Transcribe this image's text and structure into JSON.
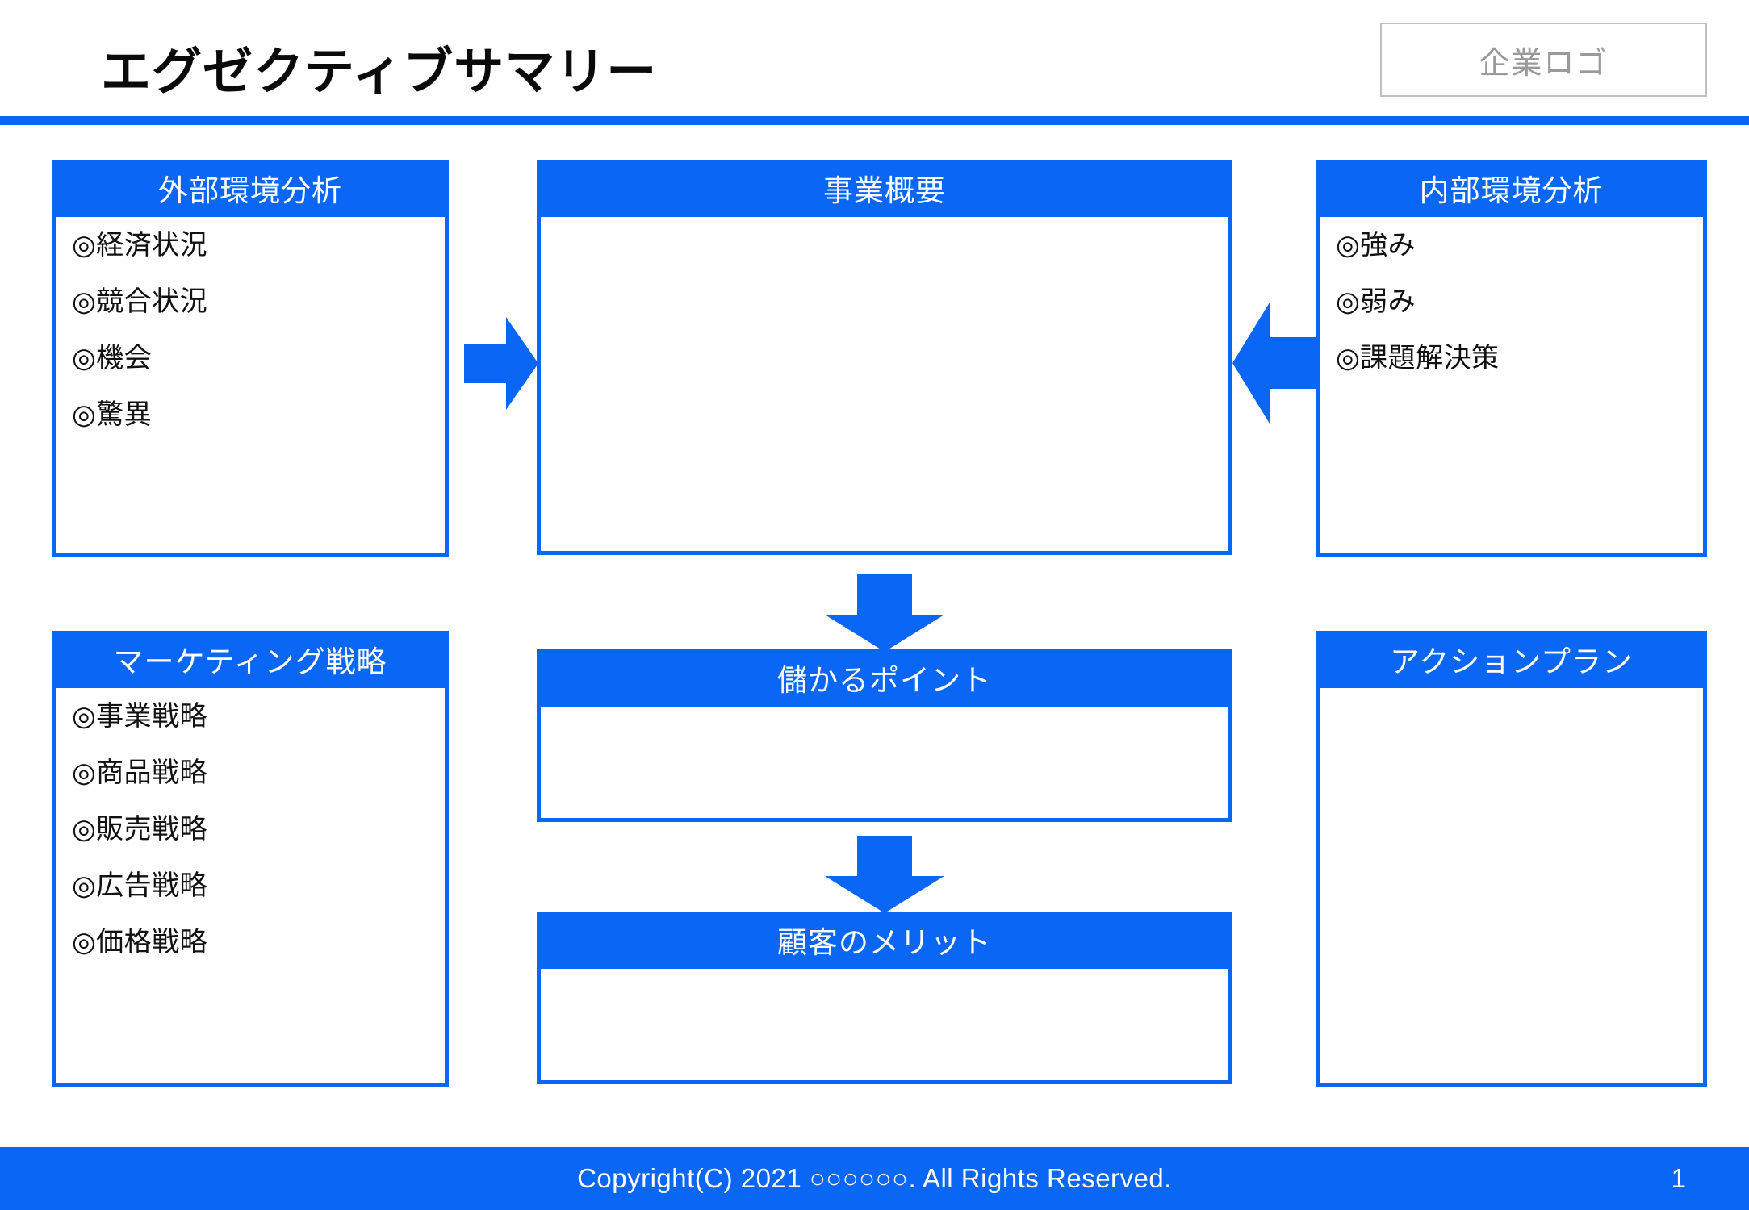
{
  "header": {
    "title": "エグゼクティブサマリー",
    "logo_placeholder": "企業ロゴ"
  },
  "colors": {
    "accent_blue": "#0a66f5",
    "logo_border": "#bfbfbf",
    "logo_text": "#9a9a9a",
    "title_text": "#0a0a0a",
    "panel_body_bg": "#ffffff"
  },
  "panels": {
    "external": {
      "title": "外部環境分析",
      "items": [
        {
          "mark": "◎",
          "label": "経済状況"
        },
        {
          "mark": "◎",
          "label": "競合状況"
        },
        {
          "mark": "◎",
          "label": "機会"
        },
        {
          "mark": "◎",
          "label": "驚異"
        }
      ]
    },
    "internal": {
      "title": "内部環境分析",
      "items": [
        {
          "mark": "◎",
          "label": "強み"
        },
        {
          "mark": "◎",
          "label": "弱み"
        },
        {
          "mark": "◎",
          "label": "課題解決策"
        }
      ]
    },
    "marketing": {
      "title": "マーケティング戦略",
      "items": [
        {
          "mark": "◎",
          "label": "事業戦略"
        },
        {
          "mark": "◎",
          "label": "商品戦略"
        },
        {
          "mark": "◎",
          "label": "販売戦略"
        },
        {
          "mark": "◎",
          "label": "広告戦略"
        },
        {
          "mark": "◎",
          "label": "価格戦略"
        }
      ]
    },
    "action": {
      "title": "アクションプラン",
      "items": []
    },
    "overview": {
      "title": "事業概要",
      "items": []
    },
    "profit": {
      "title": "儲かるポイント",
      "items": []
    },
    "benefit": {
      "title": "顧客のメリット",
      "items": []
    }
  },
  "arrows": [
    {
      "name": "arrow-left-to-center",
      "direction": "right"
    },
    {
      "name": "arrow-right-to-center",
      "direction": "left"
    },
    {
      "name": "arrow-overview-down",
      "direction": "down"
    },
    {
      "name": "arrow-profit-down",
      "direction": "down"
    }
  ],
  "footer": {
    "copyright": "Copyright(C) 2021 ○○○○○○. All Rights Reserved.",
    "page_number": "1"
  }
}
